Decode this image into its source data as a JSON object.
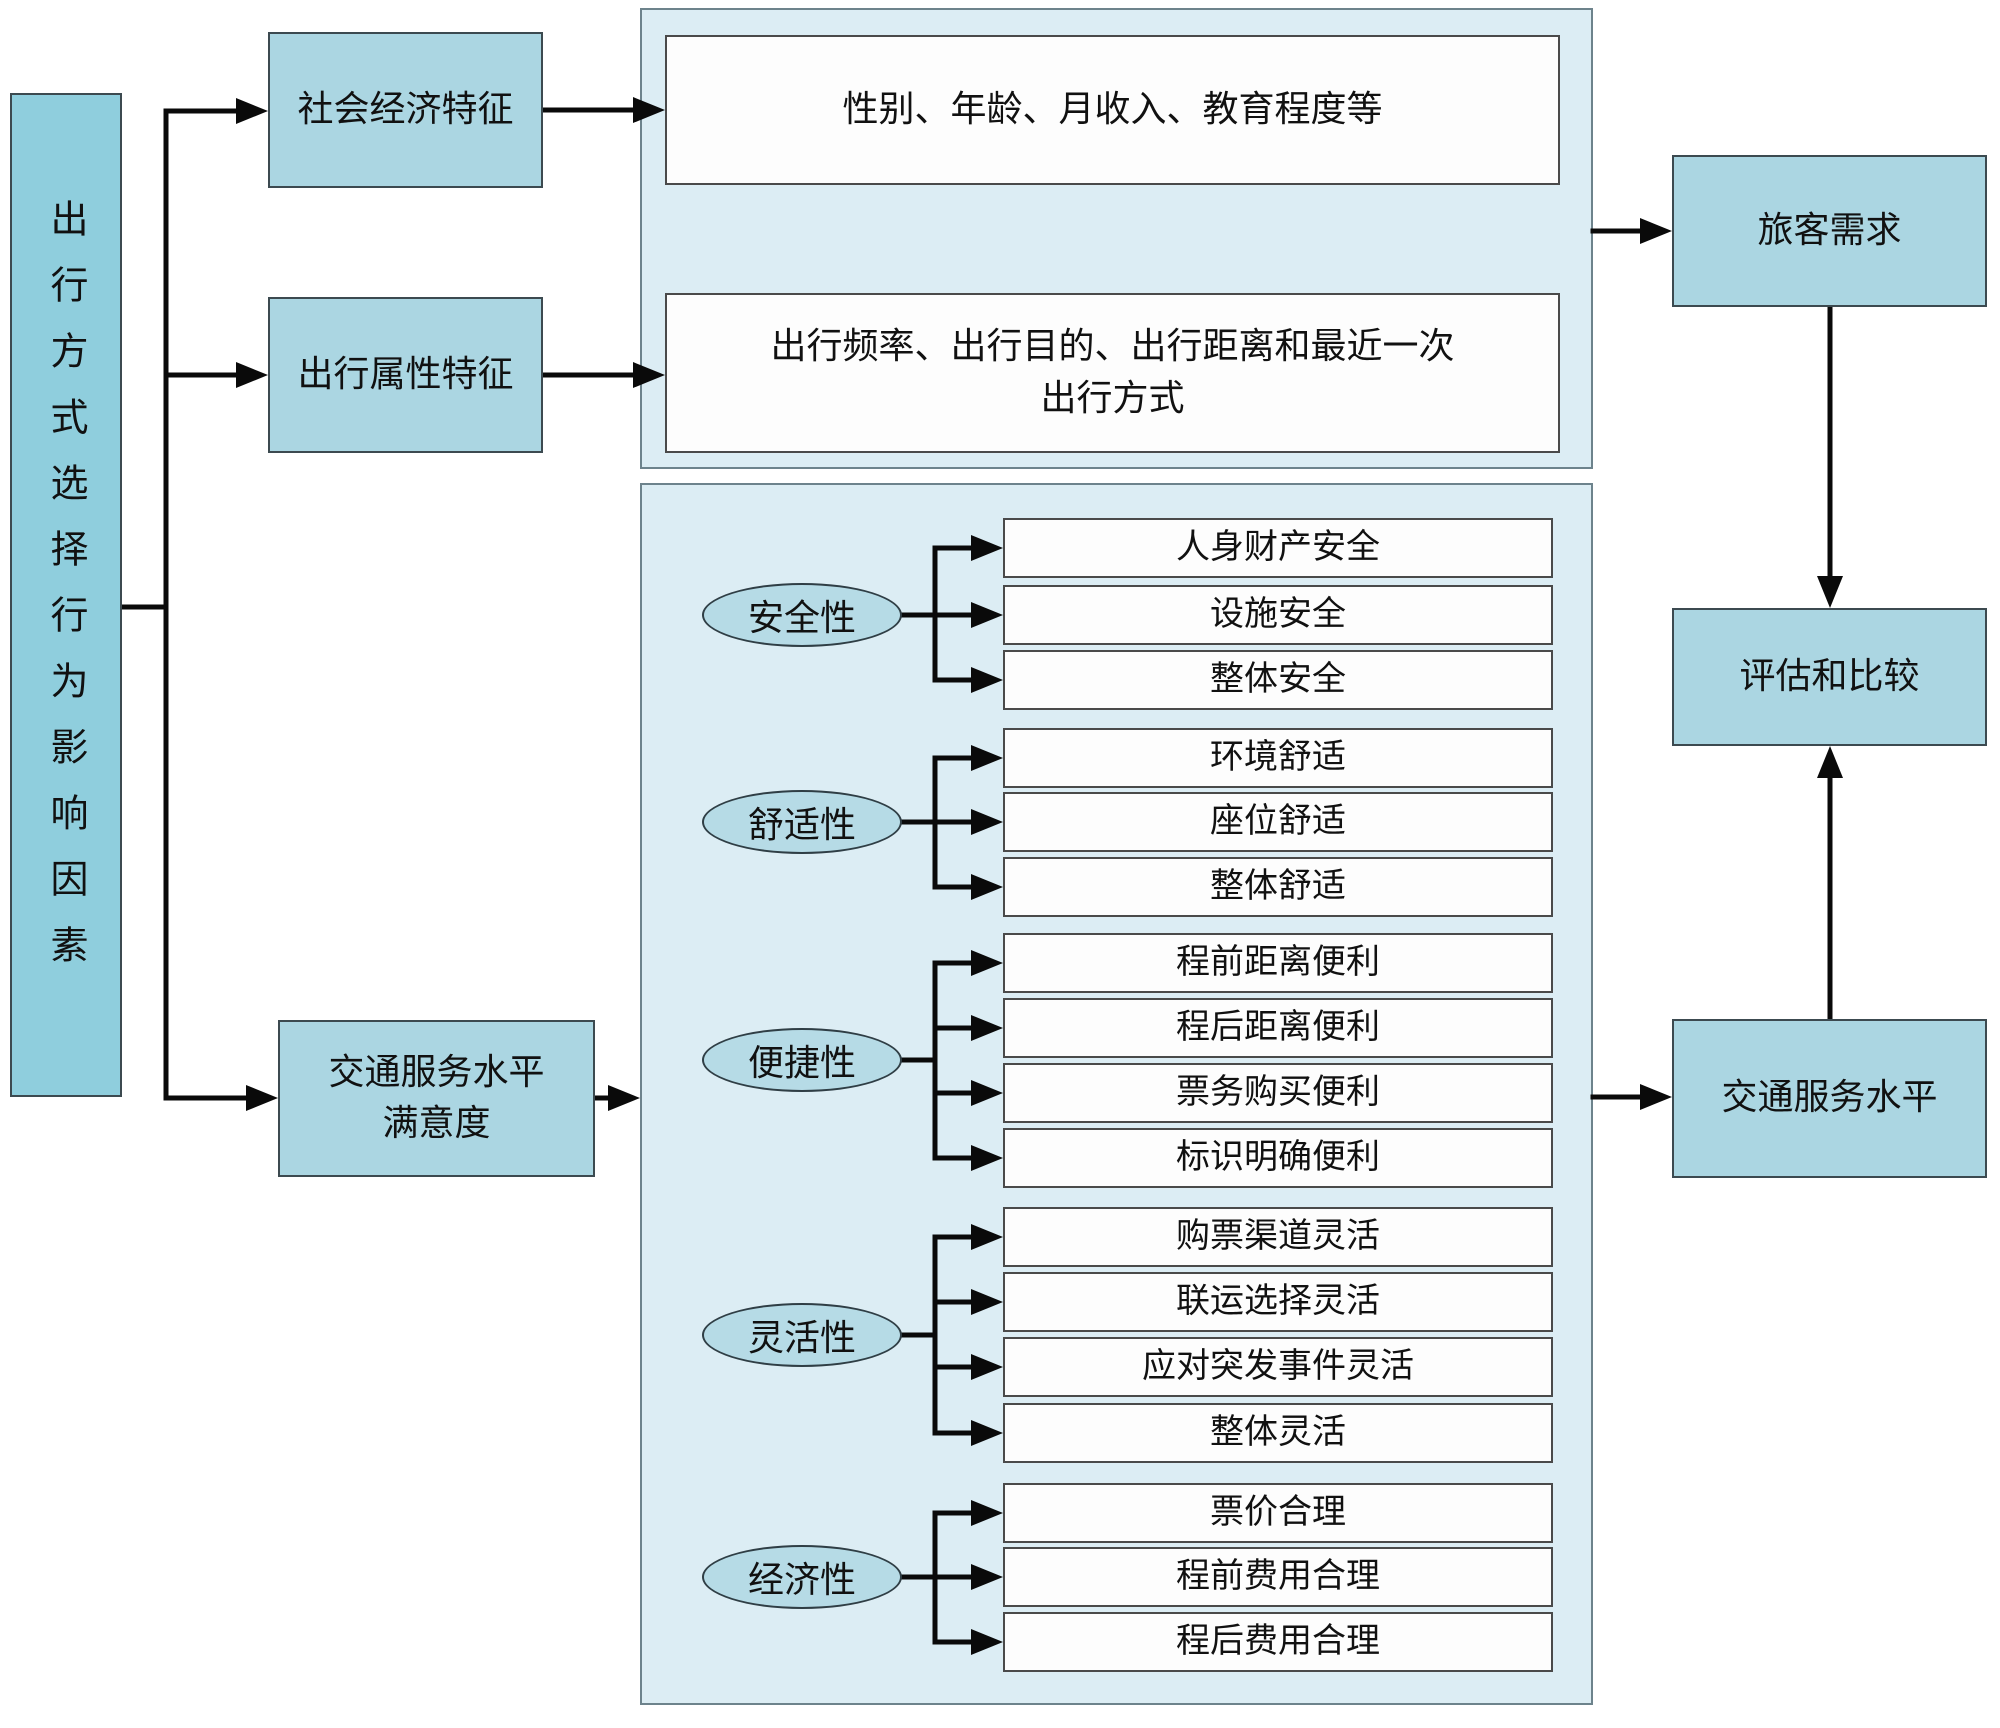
{
  "left_column": {
    "main_factor": "出行方式选择行为影响因素",
    "feature_social": "社会经济特征",
    "feature_trip": "出行属性特征",
    "feature_satisfaction_line1": "交通服务水平",
    "feature_satisfaction_line2": "满意度"
  },
  "demand_panel": {
    "box1": "性别、年龄、月收入、教育程度等",
    "box2_line1": "出行频率、出行目的、出行距离和最近一次",
    "box2_line2": "出行方式"
  },
  "right_column": {
    "passenger_demand": "旅客需求",
    "evaluate_compare": "评估和比较",
    "service_level": "交通服务水平"
  },
  "satisfaction_panel": {
    "groups": [
      {
        "name": "安全性",
        "items": [
          "人身财产安全",
          "设施安全",
          "整体安全"
        ]
      },
      {
        "name": "舒适性",
        "items": [
          "环境舒适",
          "座位舒适",
          "整体舒适"
        ]
      },
      {
        "name": "便捷性",
        "items": [
          "程前距离便利",
          "程后距离便利",
          "票务购买便利",
          "标识明确便利"
        ]
      },
      {
        "name": "灵活性",
        "items": [
          "购票渠道灵活",
          "联运选择灵活",
          "应对突发事件灵活",
          "整体灵活"
        ]
      },
      {
        "name": "经济性",
        "items": [
          "票价合理",
          "程前费用合理",
          "程后费用合理"
        ]
      }
    ]
  },
  "colors": {
    "main_box_fill": "#8fcedd",
    "feature_box_fill": "#abd6e2",
    "container_fill": "#dcedf4",
    "ellipse_fill": "#b6dbe6",
    "white_box_fill": "#fdfdfd",
    "border_dark": "#3c4a50",
    "line_color": "#0a0a0a"
  }
}
